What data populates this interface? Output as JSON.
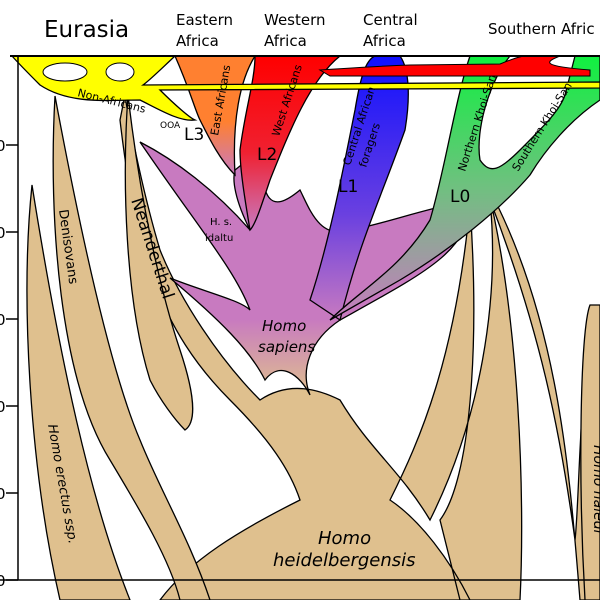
{
  "regions": {
    "eurasia": "Eurasia",
    "eastern_africa": [
      "Eastern",
      "Africa"
    ],
    "western_africa": [
      "Western",
      "Africa"
    ],
    "central_africa": [
      "Central",
      "Africa"
    ],
    "southern_africa": "Southern Afric"
  },
  "populations": {
    "non_africans": "Non-Africans",
    "ooa": "OOA",
    "east_africans": "East Africans",
    "west_africans": "West Africans",
    "central_african_foragers": [
      "Central African",
      "foragers"
    ],
    "northern_khoisan": "Northern Khoi-San",
    "southern_khoisan": "Southern Khoi-San"
  },
  "haplogroups": {
    "l3": "L3",
    "l2": "L2",
    "l1": "L1",
    "l0": "L0"
  },
  "species": {
    "idaltu": [
      "H. s.",
      "idaltu"
    ],
    "sapiens": [
      "Homo",
      "sapiens"
    ],
    "heidelbergensis": [
      "Homo",
      "heidelbergensis"
    ],
    "neanderthal": "Neanderthal",
    "denisovans": "Denisovans",
    "erectus": "Homo erectus ssp.",
    "naledi": "Homo naledi"
  },
  "axis": {
    "tick_labels": [
      "0",
      "0",
      "0",
      "0",
      "0",
      "0"
    ]
  },
  "colors": {
    "archaic": "#dfc08e",
    "sapiens": "#c87ac0",
    "non_african": "#ffff00",
    "east_african": "#ff8030",
    "west_african": "#ff0000",
    "central_african": "#2020ff",
    "khoisan": "#20f040"
  }
}
